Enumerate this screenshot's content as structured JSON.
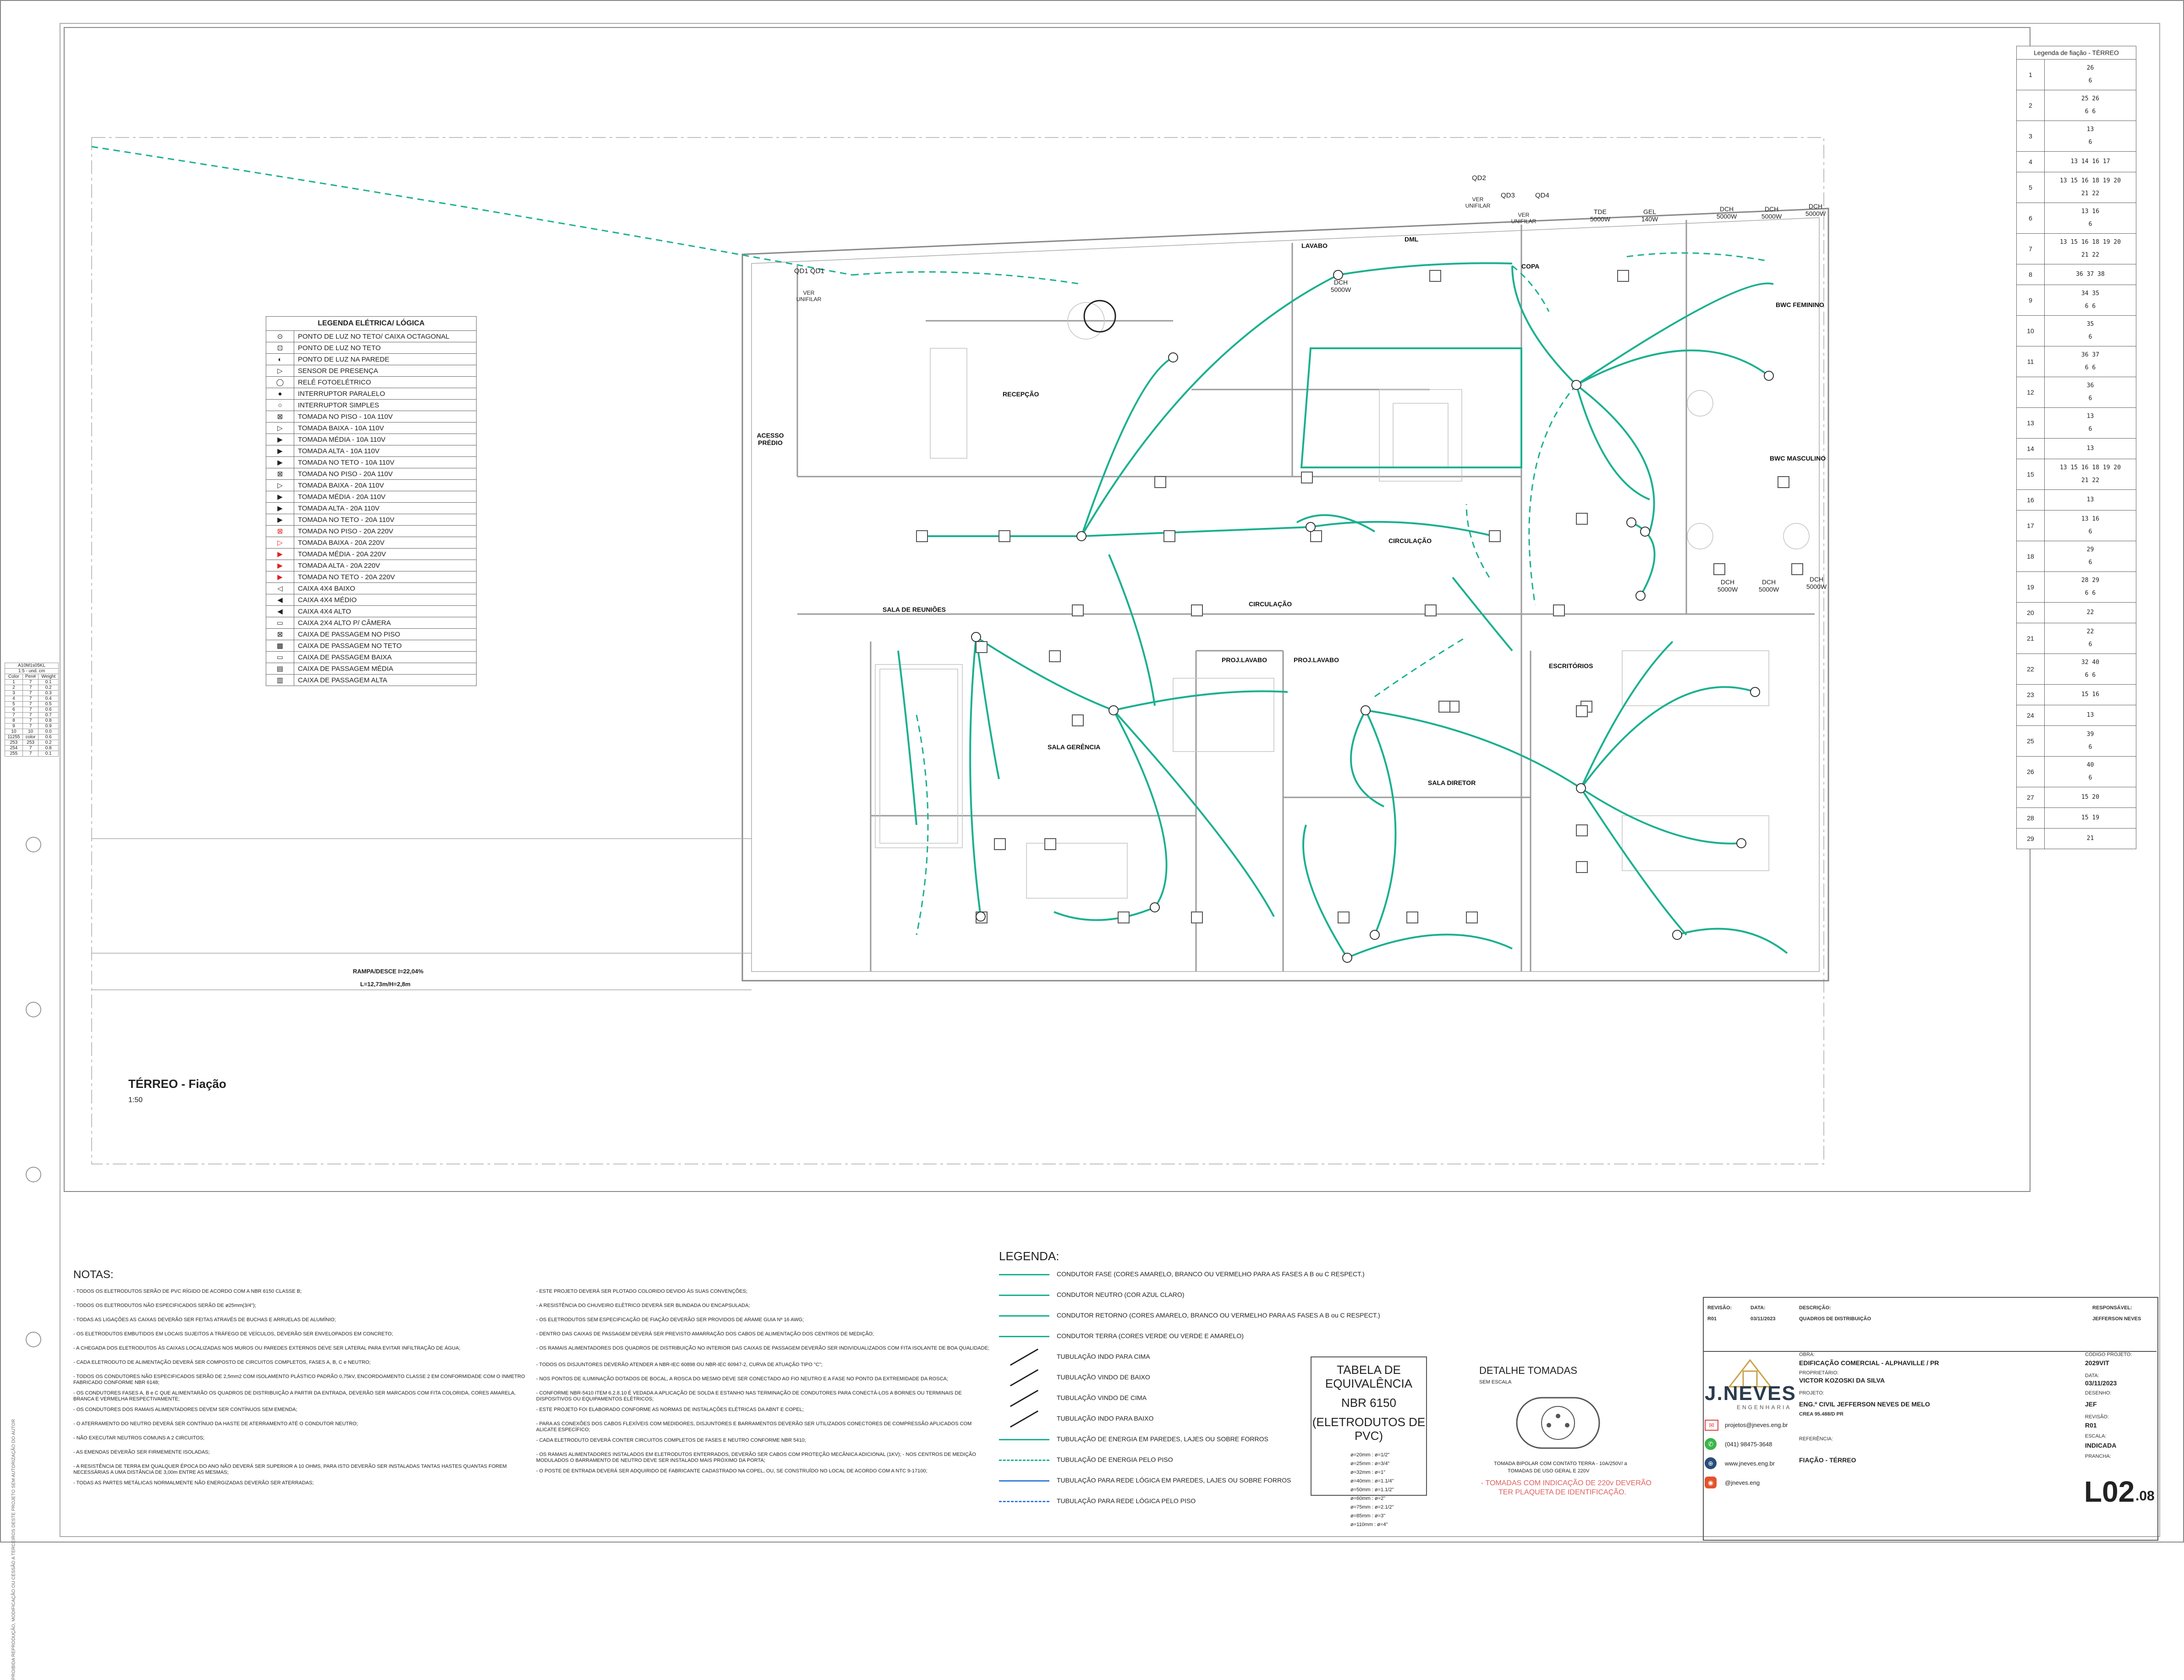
{
  "drawing": {
    "title": "TÉRREO - Fiação",
    "scale": "1:50",
    "ramp_label_1": "RAMPA/DESCE I=22,04%",
    "ramp_label_2": "L=12,73m/H=2,8m"
  },
  "rooms": {
    "lavabo": "LAVABO",
    "dml": "DML",
    "copa": "COPA",
    "bwc_feminino": "BWC FEMININO",
    "bwc_masculino": "BWC MASCULINO",
    "recepcao": "RECEPÇÃO",
    "acesso_predio": "ACESSO PRÉDIO",
    "circulacao_1": "CIRCULAÇÃO",
    "circulacao_2": "CIRCULAÇÃO",
    "sala_reunioes": "SALA DE REUNIÕES",
    "proj_lavabo_1": "PROJ.LAVABO",
    "proj_lavabo_2": "PROJ.LAVABO",
    "escritorios": "ESCRITÓRIOS",
    "sala_gerencia": "SALA GERÊNCIA",
    "sala_diretor": "SALA DIRETOR"
  },
  "panels": {
    "qd1": "QD1 QD1",
    "qd2": "QD2",
    "qd3": "QD3",
    "qd4": "QD4",
    "ver_unifilar": "VER UNIFILAR",
    "tde": "TDE 5000W",
    "gel": "GEL 140W",
    "dch_24": "DCH 5000W",
    "dch_25": "DCH 5000W",
    "dch_26": "DCH 5000W",
    "dch_lavabo": "DCH 5000W",
    "dch_27": "DCH 5000W",
    "dch_28": "DCH 5000W",
    "dch_29": "DCH 5000W"
  },
  "legend_logic": {
    "title": "LEGENDA ELÉTRICA/ LÓGICA",
    "items": [
      "PONTO DE LUZ NO TETO/ CAIXA OCTAGONAL",
      "PONTO DE LUZ NO TETO",
      "PONTO DE LUZ NA PAREDE",
      "SENSOR DE PRESENÇA",
      "RELÉ FOTOELÉTRICO",
      "INTERRUPTOR PARALELO",
      "INTERRUPTOR SIMPLES",
      "TOMADA NO PISO - 10A 110V",
      "TOMADA BAIXA - 10A 110V",
      "TOMADA MÉDIA - 10A 110V",
      "TOMADA ALTA - 10A 110V",
      "TOMADA NO TETO - 10A 110V",
      "TOMADA NO PISO - 20A 110V",
      "TOMADA BAIXA - 20A 110V",
      "TOMADA MÉDIA - 20A 110V",
      "TOMADA ALTA - 20A 110V",
      "TOMADA NO TETO - 20A 110V",
      "TOMADA NO PISO - 20A 220V",
      "TOMADA BAIXA - 20A 220V",
      "TOMADA MÉDIA - 20A 220V",
      "TOMADA ALTA - 20A 220V",
      "TOMADA NO TETO - 20A 220V",
      "CAIXA 4X4 BAIXO",
      "CAIXA 4X4 MÉDIO",
      "CAIXA 4X4 ALTO",
      "CAIXA 2X4 ALTO P/ CÂMERA",
      "CAIXA DE PASSAGEM NO PISO",
      "CAIXA DE PASSAGEM NO TETO",
      "CAIXA DE PASSAGEM BAIXA",
      "CAIXA DE PASSAGEM MÉDIA",
      "CAIXA DE PASSAGEM ALTA"
    ]
  },
  "wire_legend": {
    "title": "Legenda de fiação - TÉRREO",
    "rows": [
      {
        "n": "1",
        "d": "26\n\n6"
      },
      {
        "n": "2",
        "d": "25 26\n\n6 6"
      },
      {
        "n": "3",
        "d": "13\n\n6"
      },
      {
        "n": "4",
        "d": "13 14 16 17"
      },
      {
        "n": "5",
        "d": "13 15 16 18 19 20\n\n21 22"
      },
      {
        "n": "6",
        "d": "13 16\n\n6"
      },
      {
        "n": "7",
        "d": "13 15 16 18 19 20\n\n21 22"
      },
      {
        "n": "8",
        "d": "36 37 38"
      },
      {
        "n": "9",
        "d": "34 35\n\n6 6"
      },
      {
        "n": "10",
        "d": "35\n\n6"
      },
      {
        "n": "11",
        "d": "36 37\n\n6 6"
      },
      {
        "n": "12",
        "d": "36\n\n6"
      },
      {
        "n": "13",
        "d": "13\n\n6"
      },
      {
        "n": "14",
        "d": "13"
      },
      {
        "n": "15",
        "d": "13 15 16 18 19 20\n\n21 22"
      },
      {
        "n": "16",
        "d": "13"
      },
      {
        "n": "17",
        "d": "13 16\n\n6"
      },
      {
        "n": "18",
        "d": "29\n\n6"
      },
      {
        "n": "19",
        "d": "28 29\n\n6 6"
      },
      {
        "n": "20",
        "d": "22"
      },
      {
        "n": "21",
        "d": "22\n\n6"
      },
      {
        "n": "22",
        "d": "32 40\n\n6 6"
      },
      {
        "n": "23",
        "d": "15 16"
      },
      {
        "n": "24",
        "d": "13"
      },
      {
        "n": "25",
        "d": "39\n\n6"
      },
      {
        "n": "26",
        "d": "40\n\n6"
      },
      {
        "n": "27",
        "d": "15 20"
      },
      {
        "n": "28",
        "d": "15 19"
      },
      {
        "n": "29",
        "d": "21"
      }
    ]
  },
  "small_table": {
    "header": [
      "A10M1s05KL",
      "1:5 - und. cm"
    ],
    "cols": [
      "Color",
      "Pen#",
      "Weight"
    ],
    "rows": [
      [
        "1",
        "7",
        "0.1"
      ],
      [
        "2",
        "7",
        "0.2"
      ],
      [
        "3",
        "7",
        "0.3"
      ],
      [
        "4",
        "7",
        "0.4"
      ],
      [
        "5",
        "7",
        "0.5"
      ],
      [
        "6",
        "7",
        "0.6"
      ],
      [
        "7",
        "7",
        "0.7"
      ],
      [
        "8",
        "7",
        "0.8"
      ],
      [
        "9",
        "7",
        "0.9"
      ],
      [
        "10",
        "10",
        "0.0"
      ],
      [
        "11255",
        "color",
        "0.6"
      ],
      [
        "253",
        "253",
        "0.2"
      ],
      [
        "254",
        "7",
        "0.8"
      ],
      [
        "255",
        "7",
        "0.1"
      ]
    ]
  },
  "notes": {
    "title": "NOTAS:",
    "left": [
      "- TODOS OS ELETRODUTOS SERÃO DE PVC RÍGIDO DE ACORDO COM A NBR 6150 CLASSE B;",
      "- TODOS OS ELETRODUTOS NÃO ESPECIFICADOS SERÃO DE ø25mm(3/4\");",
      "- TODAS AS LIGAÇÕES AS CAIXAS DEVERÃO SER FEITAS ATRAVÉS DE BUCHAS E ARRUELAS DE ALUMÍNIO;",
      "- OS ELETRODUTOS EMBUTIDOS EM LOCAIS SUJEITOS A TRÁFEGO DE VEÍCULOS, DEVERÃO SER ENVELOPADOS EM CONCRETO;",
      "- A CHEGADA DOS ELETRODUTOS ÀS CAIXAS LOCALIZADAS NOS MUROS OU PAREDES EXTERNOS DEVE SER LATERAL PARA EVITAR INFILTRAÇÃO DE ÁGUA;",
      "- CADA ELETRODUTO DE ALIMENTAÇÃO DEVERÁ SER COMPOSTO DE CIRCUITOS COMPLETOS, FASES A, B, C e NEUTRO;",
      "- TODOS OS CONDUTORES NÃO ESPECIFICADOS SERÃO DE 2,5mm2 COM ISOLAMENTO PLÁSTICO PADRÃO 0,75kV, ENCORDOAMENTO CLASSE 2 EM CONFORMIDADE COM O INMETRO FABRICADO CONFORME NBR 6148;",
      "- OS CONDUTORES FASES A, B e C QUE ALIMENTARÃO OS QUADROS DE DISTRIBUIÇÃO A PARTIR DA ENTRADA, DEVERÃO SER MARCADOS COM FITA COLORIDA, CORES AMARELA, BRANCA E VERMELHA RESPECTIVAMENTE;",
      "- OS CONDUTORES DOS RAMAIS ALIMENTADORES DEVEM SER CONTÍNUOS SEM EMENDA;",
      "- O ATERRAMENTO DO NEUTRO DEVERÁ SER CONTÍNUO DA HASTE DE ATERRAMENTO ATÉ O CONDUTOR NEUTRO;",
      "- NÃO EXECUTAR NEUTROS COMUNS A 2 CIRCUITOS;",
      "- AS EMENDAS DEVERÃO SER FIRMEMENTE ISOLADAS;",
      "- A RESISTÊNCIA DE TERRA EM QUALQUER ÉPOCA DO ANO NÃO DEVERÁ SER SUPERIOR A 10 OHMS, PARA ISTO DEVERÃO SER INSTALADAS TANTAS HASTES QUANTAS FOREM NECESSÁRIAS A UMA DISTÂNCIA DE 3,00m ENTRE AS MESMAS;",
      "- TODAS AS PARTES METÁLICAS NORMALMENTE NÃO ENERGIZADAS DEVERÃO SER ATERRADAS;"
    ],
    "right": [
      "- ESTE PROJETO DEVERÁ SER PLOTADO COLORIDO DEVIDO ÀS SUAS CONVENÇÕES;",
      "- A RESISTÊNCIA DO CHUVEIRO ELÉTRICO DEVERÁ SER BLINDADA OU ENCAPSULADA;",
      "- OS ELETRODUTOS SEM ESPECIFICAÇÃO DE FIAÇÃO DEVERÃO SER PROVIDOS DE ARAME GUIA Nº 16 AWG;",
      "- DENTRO DAS CAIXAS DE PASSAGEM DEVERÁ SER PREVISTO AMARRAÇÃO DOS CABOS DE ALIMENTAÇÃO DOS CENTROS DE MEDIÇÃO;",
      "- OS RAMAIS ALIMENTADORES DOS QUADROS DE DISTRIBUIÇÃO NO INTERIOR DAS CAIXAS DE PASSAGEM DEVERÃO SER INDIVIDUALIZADOS COM FITA ISOLANTE DE BOA QUALIDADE;",
      "- TODOS OS DISJUNTORES DEVERÃO ATENDER A NBR-IEC 60898 OU NBR-IEC 60947-2, CURVA DE ATUAÇÃO TIPO \"C\";",
      "- NOS PONTOS DE ILUMINAÇÃO DOTADOS DE BOCAL, A ROSCA DO MESMO DEVE SER CONECTADO AO FIO NEUTRO E A FASE NO PONTO DA EXTREMIDADE DA ROSCA;",
      "- CONFORME NBR-5410 ITEM 6.2.8.10 É VEDADA A APLICAÇÃO DE SOLDA E ESTANHO NAS TERMINAÇÃO DE CONDUTORES PARA CONECTÁ-LOS A BORNES OU TERMINAIS DE DISPOSITIVOS OU EQUIPAMENTOS ELÉTRICOS;",
      "- ESTE PROJETO FOI ELABORADO CONFORME AS NORMAS DE INSTALAÇÕES ELÉTRICAS DA ABNT E COPEL;",
      "- PARA AS CONEXÕES DOS CABOS FLEXÍVEIS COM MEDIDORES, DISJUNTORES E BARRAMENTOS DEVERÃO SER UTILIZADOS CONECTORES DE COMPRESSÃO APLICADOS COM ALICATE ESPECÍFICO;",
      "- CADA ELETRODUTO DEVERÁ CONTER CIRCUITOS COMPLETOS DE FASES E NEUTRO CONFORME NBR 5410;",
      "- OS RAMAIS ALIMENTADORES INSTALADOS EM ELETRODUTOS ENTERRADOS, DEVERÃO SER CABOS COM PROTEÇÃO MECÂNICA ADICIONAL (1KV); - NOS CENTROS DE MEDIÇÃO MODULADOS O BARRAMENTO DE NEUTRO DEVE SER INSTALADO MAIS PRÓXIMO DA PORTA;",
      "- O POSTE DE ENTRADA DEVERÁ SER ADQUIRIDO DE FABRICANTE CADASTRADO NA COPEL, OU, SE CONSTRUÍDO NO LOCAL DE ACORDO COM A NTC 9-17100;"
    ]
  },
  "line_legend": {
    "title": "LEGENDA:",
    "items": [
      "CONDUTOR FASE (CORES AMARELO, BRANCO OU VERMELHO PARA AS FASES A B ou C RESPECT.)",
      "CONDUTOR NEUTRO (COR AZUL CLARO)",
      "CONDUTOR RETORNO (CORES AMARELO, BRANCO OU VERMELHO PARA AS FASES A B ou C RESPECT.)",
      "CONDUTOR TERRA (CORES VERDE OU VERDE E AMARELO)",
      "TUBULAÇÃO INDO PARA CIMA",
      "TUBULAÇÃO VINDO DE BAIXO",
      "TUBULAÇÃO VINDO DE CIMA",
      "TUBULAÇÃO INDO PARA BAIXO",
      "TUBULAÇÃO DE ENERGIA EM PAREDES, LAJES OU SOBRE FORROS",
      "TUBULAÇÃO DE ENERGIA PELO PISO",
      "TUBULAÇÃO PARA REDE LÓGICA EM PAREDES, LAJES OU SOBRE FORROS",
      "TUBULAÇÃO PARA REDE LÓGICA PELO PISO"
    ]
  },
  "equivalence": {
    "title_1": "TABELA DE EQUIVALÊNCIA",
    "title_2": "NBR 6150",
    "title_3": "(ELETRODUTOS DE PVC)",
    "rows": [
      "ø=20mm : ø=1/2\"",
      "ø=25mm : ø=3/4\"",
      "ø=32mm : ø=1\"",
      "ø=40mm : ø=1.1/4\"",
      "ø=50mm : ø=1.1/2\"",
      "ø=60mm : ø=2\"",
      "ø=75mm : ø=2.1/2\"",
      "ø=85mm : ø=3\"",
      "ø=110mm : ø=4\""
    ]
  },
  "outlet_detail": {
    "title": "DETALHE TOMADAS",
    "subtitle": "SEM ESCALA",
    "caption_1": "TOMADA BIPOLAR COM CONTATO TERRA - 10A/250V/ a",
    "caption_2": "TOMADAS DE USO GERAL E 220V",
    "warning_1": "- TOMADAS COM INDICAÇÃO DE 220v DEVERÃO",
    "warning_2": "TER PLAQUETA DE IDENTIFICAÇÃO."
  },
  "title_block": {
    "rev_header": "REVISÃO:",
    "date_header": "DATA:",
    "desc_header": "DESCRIÇÃO:",
    "resp_header": "RESPONSÁVEL:",
    "rev": "R01",
    "date": "03/11/2023",
    "desc": "QUADROS DE DISTRIBUIÇÃO",
    "resp": "JEFFERSON NEVES",
    "company": "J.NEVES",
    "company_sub": "ENGENHARIA",
    "email": "projetos@jneves.eng.br",
    "phone": "(041) 98475-3648",
    "website": "www.jneves.eng.br",
    "instagram": "@jneves.eng",
    "obra_label": "OBRA:",
    "obra": "EDIFICAÇÃO COMERCIAL - ALPHAVILLE / PR",
    "prop_label": "PROPRIETÁRIO:",
    "prop": "VICTOR KOZOSKI DA SILVA",
    "projeto_label": "PROJETO:",
    "projeto": "ENG.º CIVIL JEFFERSON NEVES DE MELO",
    "crea": "CREA 95.488/D PR",
    "ref_label": "REFERÊNCIA:",
    "ref": "FIAÇÃO - TÉRREO",
    "code_label": "CÓDIGO PROJETO:",
    "code": "2029VIT",
    "data_label": "DATA:",
    "data": "03/11/2023",
    "desenho_label": "DESENHO:",
    "desenho": "JEF",
    "revisao_label": "REVISÃO:",
    "revisao": "R01",
    "escala_label": "ESCALA:",
    "escala": "INDICADA",
    "prancha_label": "PRANCHA:",
    "prancha": "L02",
    "prancha_sub": ".08"
  },
  "margin_text": "PROIBIDA REPRODUÇÃO, MODIFICAÇÃO OU CESSÃO A TERCEIROS DESTE PROJETO SEM AUTORIZAÇÃO DO AUTOR",
  "colors": {
    "wire": "#1bb08f",
    "wall": "#9a9a9a",
    "frame": "#555555",
    "red_outlet": "#e02020"
  }
}
